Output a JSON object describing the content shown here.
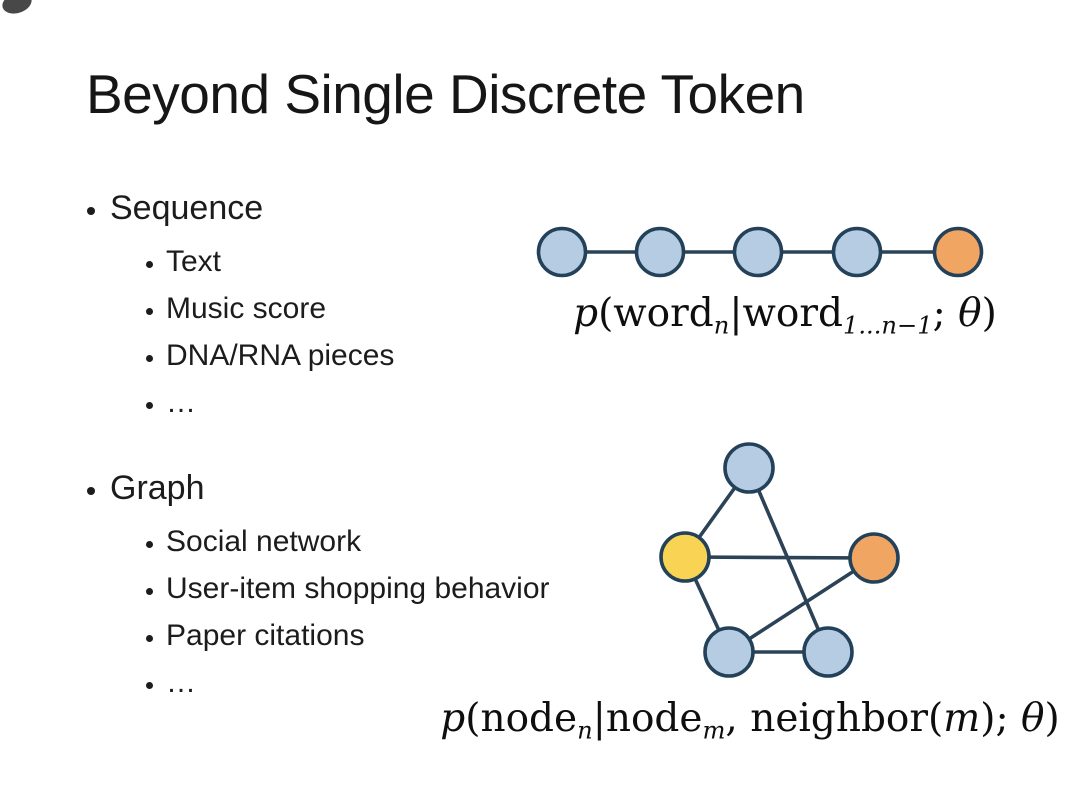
{
  "slide": {
    "title": "Beyond Single Discrete Token",
    "sections": [
      {
        "label": "Sequence",
        "items": [
          "Text",
          "Music score",
          "DNA/RNA pieces",
          "…"
        ]
      },
      {
        "label": "Graph",
        "items": [
          "Social network",
          "User-item shopping behavior",
          "Paper citations",
          "…"
        ]
      }
    ]
  },
  "formulas": {
    "sequence": {
      "p_var": "p",
      "open": "(",
      "term1": "word",
      "term1_sub": "n",
      "pipe": "|",
      "term2": "word",
      "term2_sub": "1...n−1",
      "semi": "; ",
      "theta": "θ",
      "close": ")"
    },
    "graph": {
      "p_var": "p",
      "open": "(",
      "term1": "node",
      "term1_sub": "n",
      "pipe": "|",
      "term2": "node",
      "term2_sub": "m",
      "comma": ", ",
      "func": "neighbor",
      "open2": "(",
      "arg": "m",
      "close2": ")",
      "semi": "; ",
      "theta": "θ",
      "close": ")"
    }
  },
  "colors": {
    "node_blue": "#b5cce3",
    "node_orange": "#f0a562",
    "node_yellow": "#f9d454",
    "node_stroke": "#24415a",
    "edge": "#2b4257"
  },
  "sequence_diagram": {
    "nodes": [
      "blue",
      "blue",
      "blue",
      "blue",
      "orange"
    ]
  },
  "graph_diagram": {
    "nodes": [
      {
        "id": "top",
        "color": "blue"
      },
      {
        "id": "left",
        "color": "yellow"
      },
      {
        "id": "right",
        "color": "orange"
      },
      {
        "id": "bottom_left",
        "color": "blue"
      },
      {
        "id": "bottom_right",
        "color": "blue"
      }
    ],
    "edges": [
      [
        "top",
        "left"
      ],
      [
        "top",
        "bottom_right"
      ],
      [
        "left",
        "right"
      ],
      [
        "left",
        "bottom_left"
      ],
      [
        "bottom_left",
        "bottom_right"
      ],
      [
        "bottom_left",
        "right"
      ]
    ]
  }
}
